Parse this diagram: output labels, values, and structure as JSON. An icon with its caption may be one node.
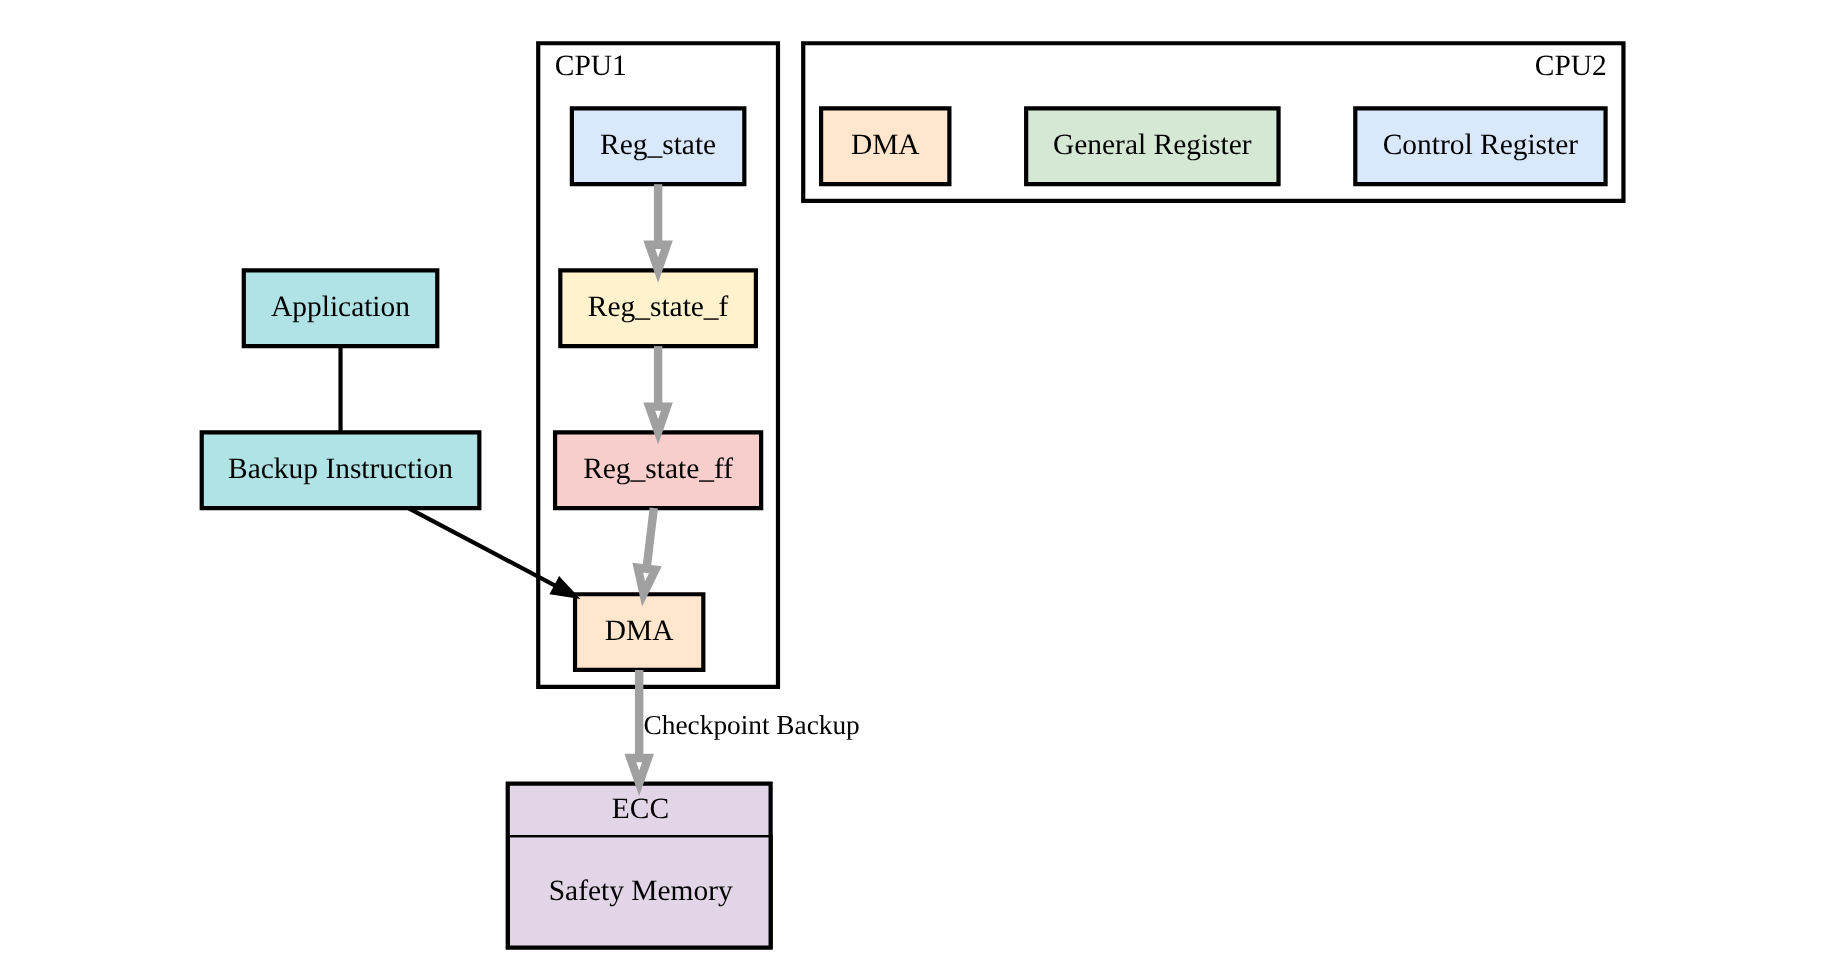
{
  "diagram": {
    "nodes": [
      {
        "text": [
          "Application"
        ]
      },
      {
        "text": [
          "Backup Instruction"
        ]
      },
      {
        "text": [
          "CPU1"
        ]
      },
      {
        "text": [
          "Reg_state"
        ],
        "in": 2
      },
      {
        "text": [
          "Reg_state_ff"
        ],
        "in": 2
      },
      {
        "text": [
          "Reg_state_f"
        ],
        "in": 2
      },
      {
        "text": [
          "DMA"
        ],
        "in": 2
      },
      {
        "text": [
          "CPU2"
        ]
      },
      {
        "text": [
          "Control Register"
        ],
        "in": 7
      },
      {
        "text": [
          "General Register"
        ],
        "in": 7
      },
      {
        "text": [
          "DMA"
        ],
        "in": 7
      },
      {
        "text": [
          "ECC",
          "Safety Memory"
        ]
      }
    ],
    "edges": [
      {
        "from": 0,
        "to": 1,
        "arrow": "none",
        "color": "#000000"
      },
      {
        "from": 1,
        "to": 6,
        "arrow": "to",
        "color": "#000000"
      },
      {
        "from": 3,
        "to": 5,
        "arrow": "to"
      },
      {
        "from": 5,
        "to": 4,
        "arrow": "to"
      },
      {
        "from": 4,
        "to": 6,
        "arrow": "to"
      },
      {
        "from": 6,
        "to": 11,
        "arrow": "to",
        "label": "Checkpoint Backup"
      }
    ]
  }
}
